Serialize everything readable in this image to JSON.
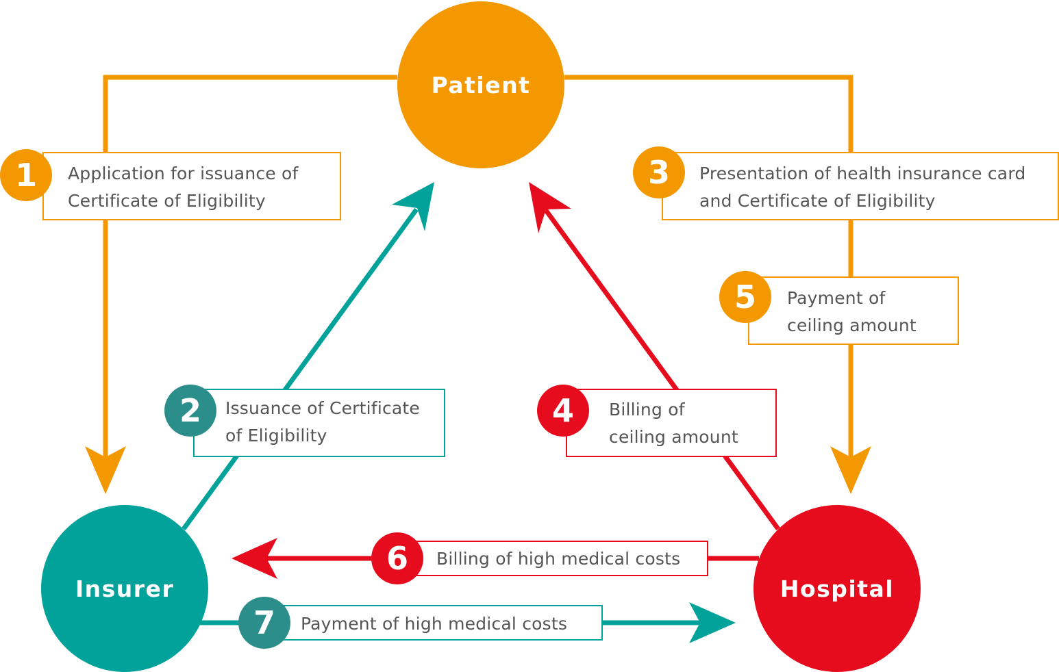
{
  "colors": {
    "orange": "#F39800",
    "teal": "#00A29A",
    "teal_dark": "#2B8E8B",
    "red": "#E60C1E",
    "text": "#555555"
  },
  "nodes": {
    "patient": {
      "label": "Patient",
      "color": "#F39800"
    },
    "insurer": {
      "label": "Insurer",
      "color": "#00A29A"
    },
    "hospital": {
      "label": "Hospital",
      "color": "#E60C1E"
    }
  },
  "steps": [
    {
      "number": "1",
      "text": "Application for issuance of\nCertificate of Eligibility",
      "color": "#F39800",
      "from": "patient",
      "to": "insurer"
    },
    {
      "number": "2",
      "text": "Issuance of Certificate\nof Eligibility",
      "color": "#00A29A",
      "badge_color": "#2B8E8B",
      "from": "insurer",
      "to": "patient"
    },
    {
      "number": "3",
      "text": "Presentation of health insurance card\nand Certificate of Eligibility",
      "color": "#F39800",
      "from": "patient",
      "to": "hospital"
    },
    {
      "number": "4",
      "text": "Billing of\nceiling amount",
      "color": "#E60C1E",
      "from": "hospital",
      "to": "patient"
    },
    {
      "number": "5",
      "text": "Payment of\nceiling amount",
      "color": "#F39800",
      "from": "patient",
      "to": "hospital"
    },
    {
      "number": "6",
      "text": "Billing of high medical costs",
      "color": "#E60C1E",
      "from": "hospital",
      "to": "insurer"
    },
    {
      "number": "7",
      "text": "Payment of high medical costs",
      "color": "#00A29A",
      "badge_color": "#2B8E8B",
      "from": "insurer",
      "to": "hospital"
    }
  ]
}
